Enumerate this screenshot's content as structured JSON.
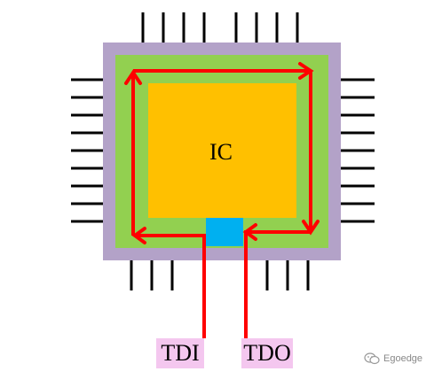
{
  "diagram": {
    "ic_label": "IC",
    "tdi_label": "TDI",
    "tdo_label": "TDO",
    "watermark": "Egoedge",
    "colors": {
      "package": "#b3a2c8",
      "boundary_ring": "#92d050",
      "die": "#ffc000",
      "tap_cell": "#00b0f0",
      "scan_path": "#ff0000",
      "pin_label_bg": "#f4c7ef",
      "pins": "#000000"
    },
    "icons": {
      "watermark": "wechat-icon"
    }
  }
}
